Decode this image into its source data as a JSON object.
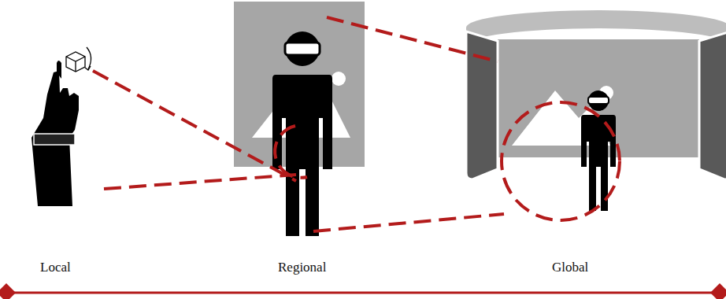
{
  "diagram": {
    "labels": [
      "Local",
      "Regional",
      "Global"
    ]
  }
}
